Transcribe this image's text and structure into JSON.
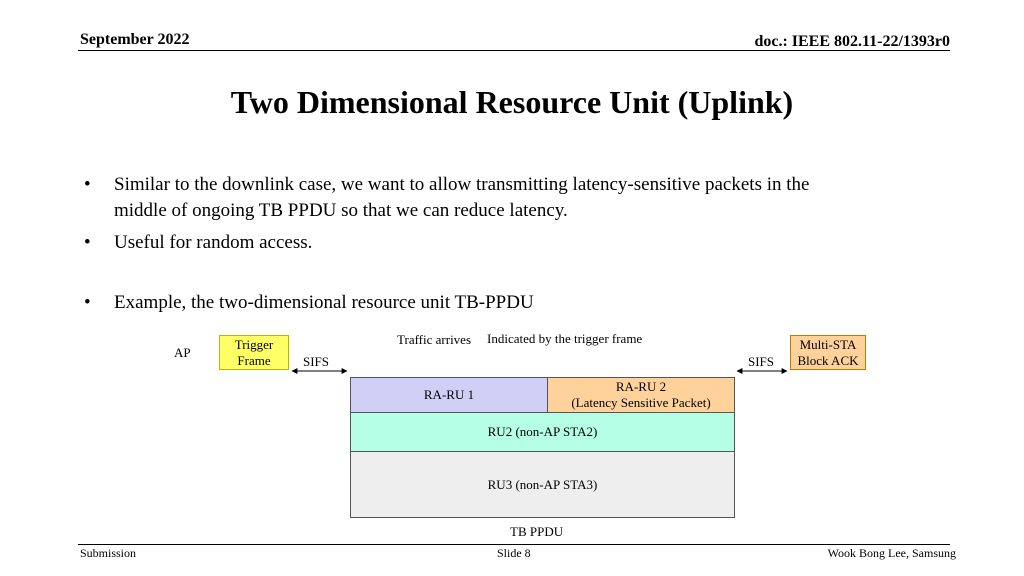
{
  "header": {
    "date": "September 2022",
    "doc": "doc.: IEEE 802.11-22/1393r0"
  },
  "title": "Two Dimensional Resource Unit (Uplink)",
  "bullets": [
    {
      "line1": "Similar to the downlink case, we want to allow transmitting latency-sensitive packets in the",
      "line2": "middle of ongoing TB PPDU so that we can reduce latency."
    },
    {
      "line1": "Useful for random access."
    },
    {
      "line1": "Example, the two-dimensional resource unit TB-PPDU"
    }
  ],
  "bullet_char": "•",
  "diagram": {
    "ap_label": "AP",
    "trigger_line1": "Trigger",
    "trigger_line2": "Frame",
    "sifs_left": "SIFS",
    "traffic_arrives": "Traffic arrives",
    "indicated": "Indicated by the trigger frame",
    "sifs_right": "SIFS",
    "ack_line1": "Multi-STA",
    "ack_line2": "Block ACK",
    "ra_ru1": "RA-RU 1",
    "ra_ru2_line1": "RA-RU 2",
    "ra_ru2_line2": "(Latency Sensitive Packet)",
    "ru2": "RU2  (non-AP STA2)",
    "ru3": "RU3  (non-AP STA3)",
    "tb_ppdu": "TB PPDU",
    "colors": {
      "yellow": "#ffff66",
      "orange": "#ffd29b",
      "purple": "#d0d0f7",
      "aqua": "#b5ffe6",
      "gray": "#eeeeee"
    }
  },
  "footer": {
    "left": "Submission",
    "center": "Slide 8",
    "right": "Wook Bong Lee, Samsung"
  }
}
